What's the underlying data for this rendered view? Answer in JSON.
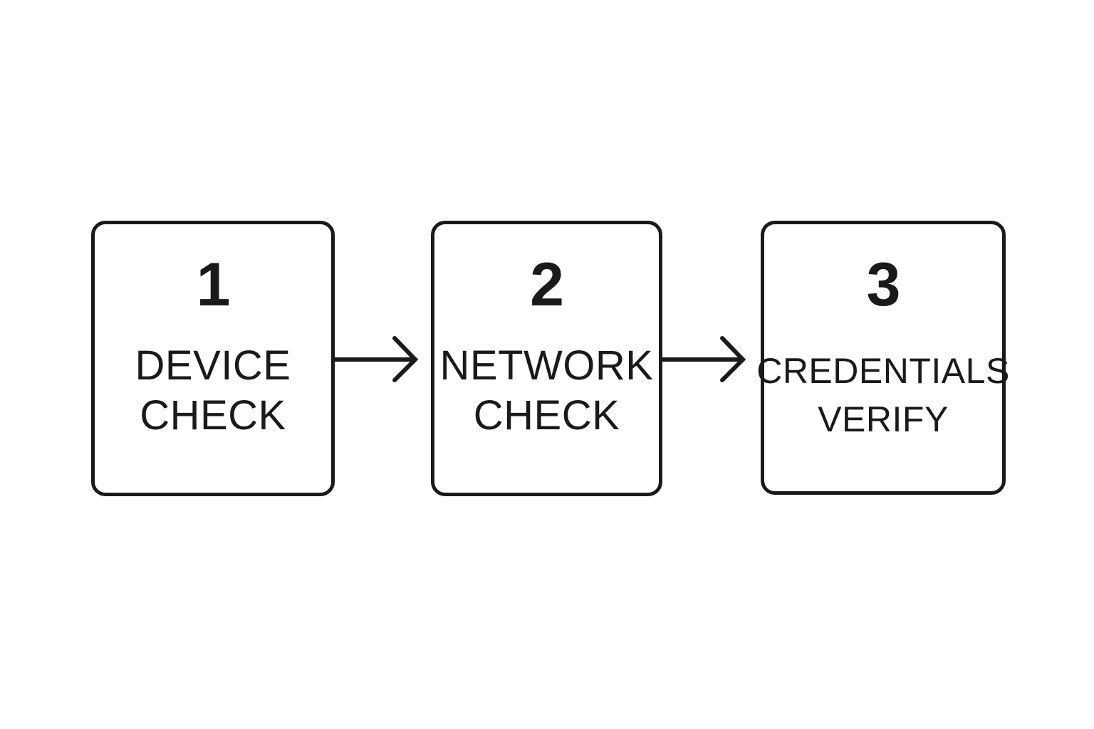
{
  "diagram": {
    "type": "process-flow",
    "orientation": "horizontal",
    "background_color": "#ffffff",
    "stroke_color": "#1a1a1a",
    "steps": [
      {
        "number": "1",
        "label": "DEVICE\nCHECK",
        "line1": "DEVICE",
        "line2": "CHECK"
      },
      {
        "number": "2",
        "label": "NETWORK\nCHECK",
        "line1": "NETWORK",
        "line2": "CHECK"
      },
      {
        "number": "3",
        "label": "CREDENTIALS\nVERIFY",
        "line1": "CREDENTIALS",
        "line2": "VERIFY"
      }
    ],
    "connectors": [
      {
        "from": "1",
        "to": "2",
        "style": "open-chevron-arrow"
      },
      {
        "from": "2",
        "to": "3",
        "style": "open-chevron-arrow"
      }
    ]
  }
}
